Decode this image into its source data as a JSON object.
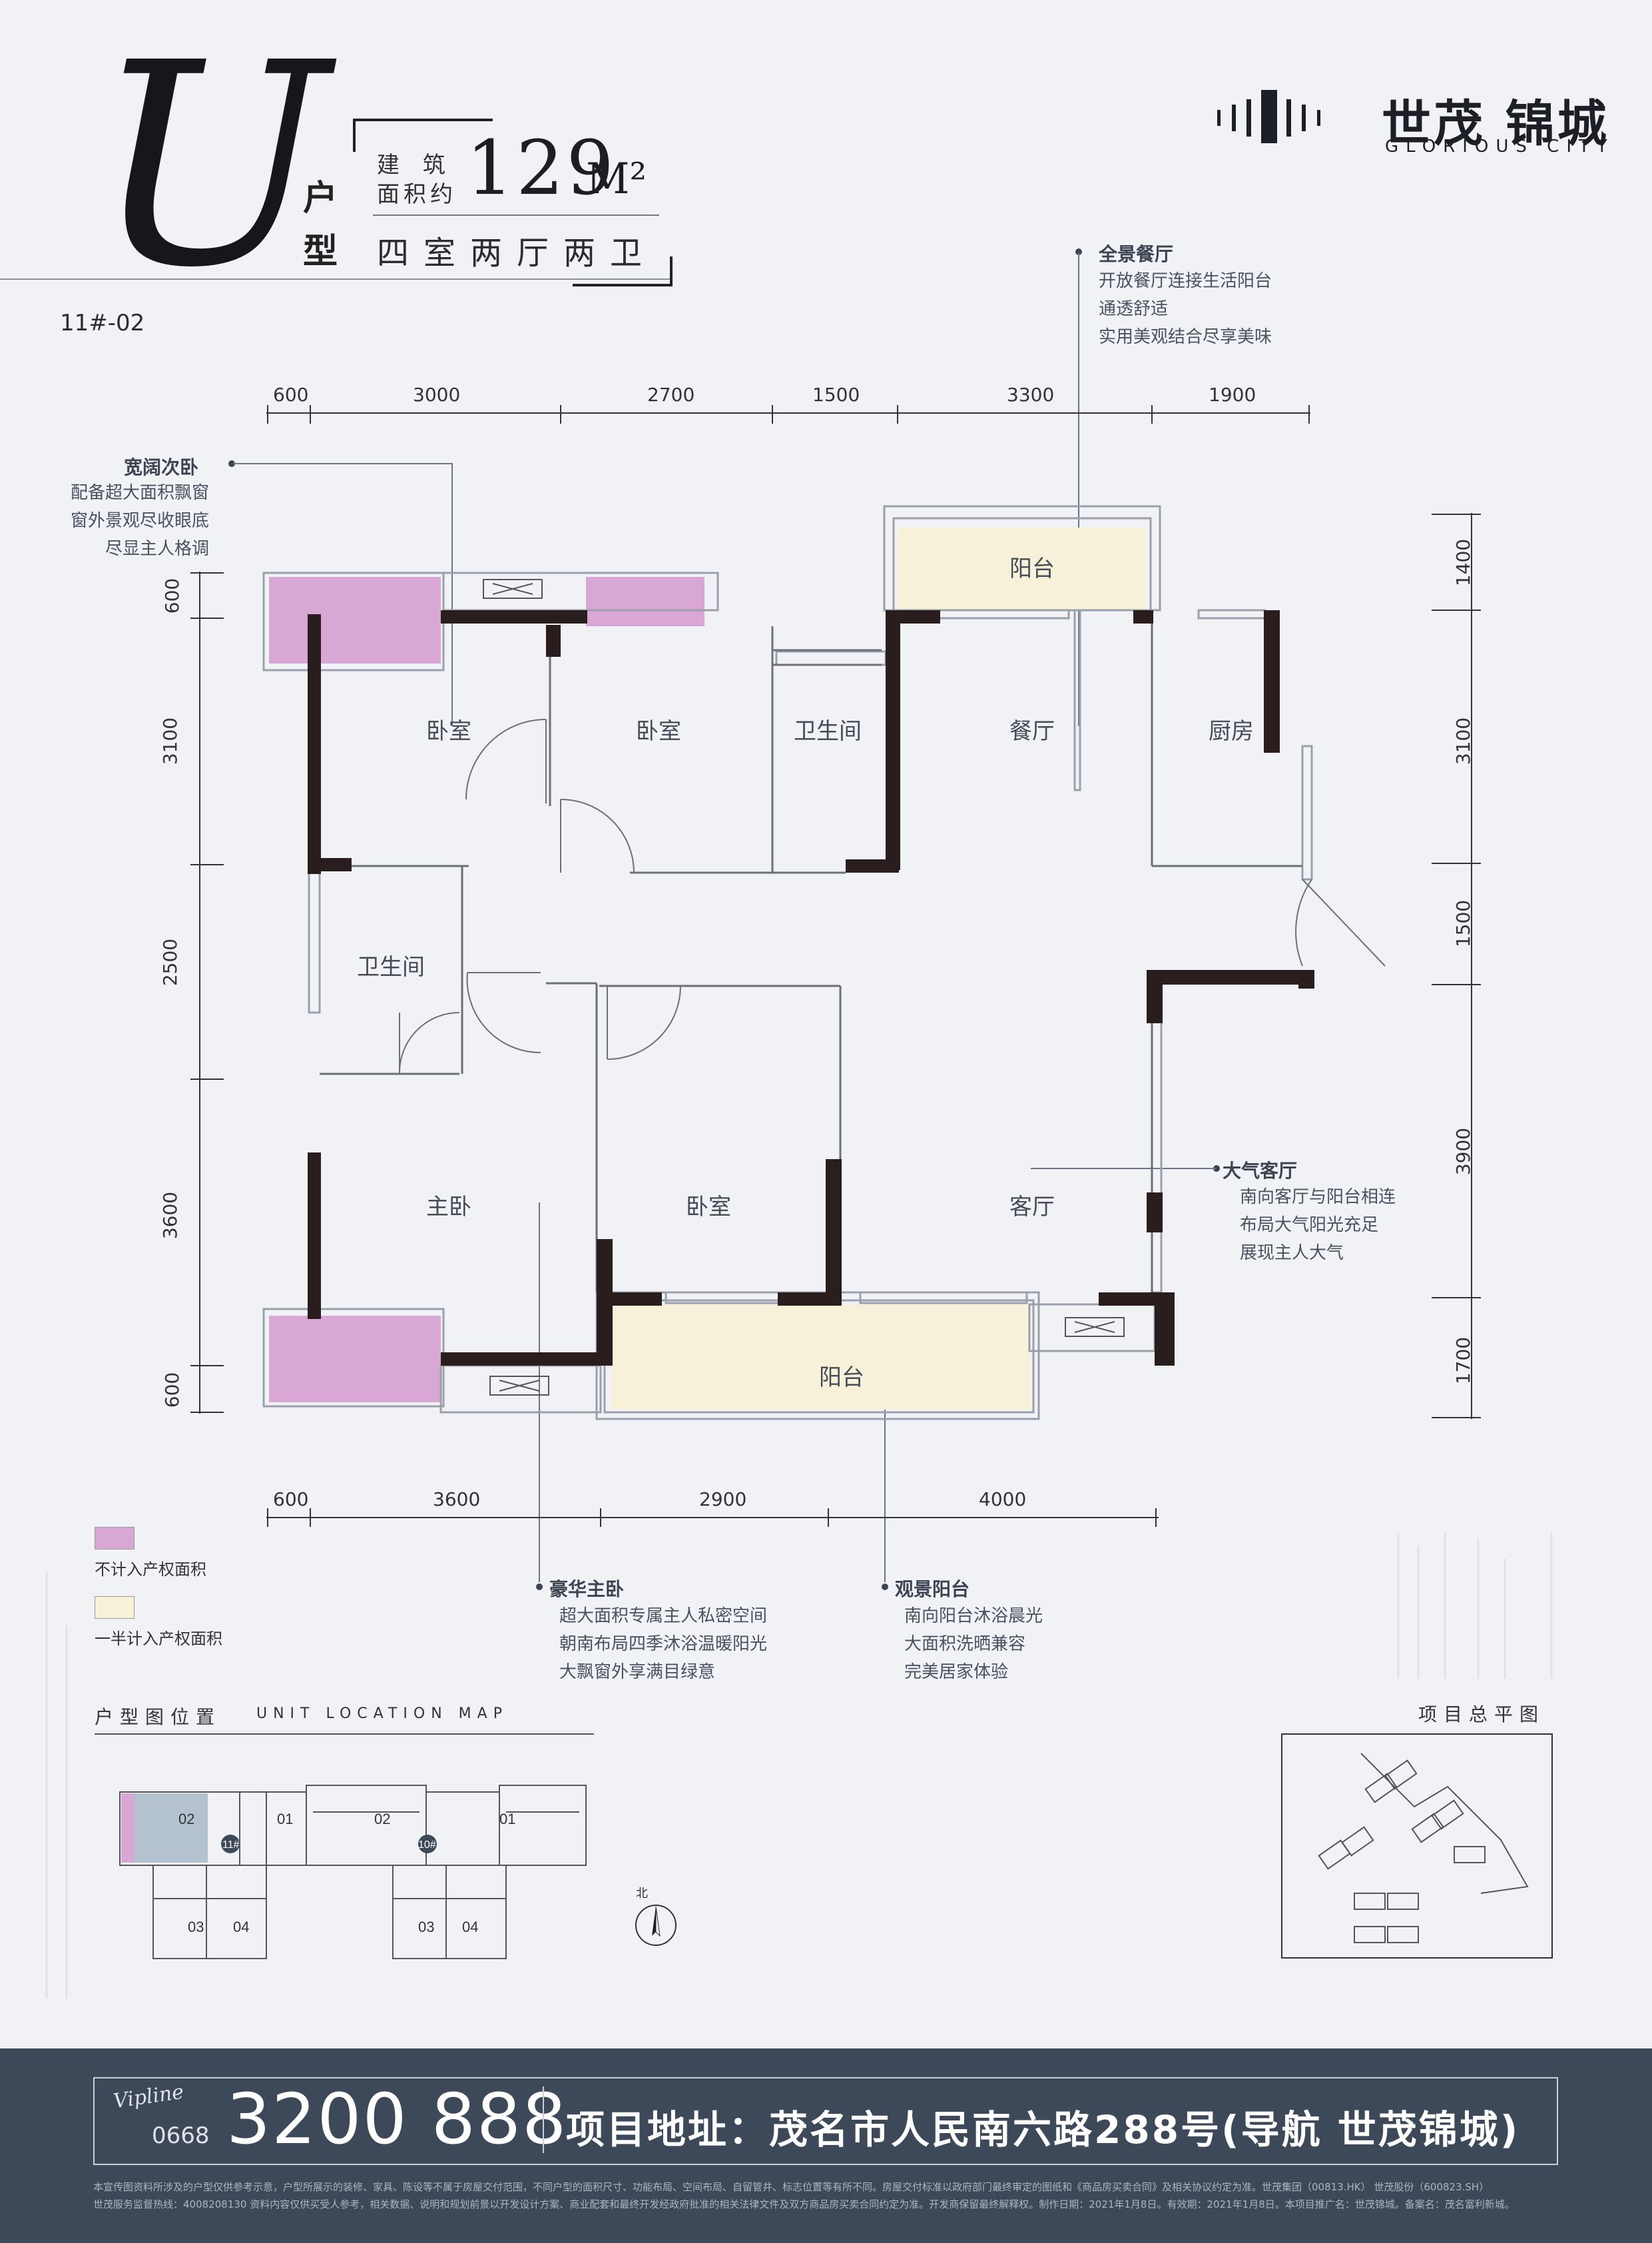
{
  "header": {
    "unit_letter": "U",
    "unit_suffix_1": "户",
    "unit_suffix_2": "型",
    "area_label_1": "建 筑",
    "area_label_2": "面积约",
    "area_value": "129",
    "area_unit": "M²",
    "rooms": "四室两厅两卫",
    "unit_code": "11#-02"
  },
  "brand": {
    "name_cn": "世茂 锦城",
    "name_en": "GLORIOUS CITY"
  },
  "callouts": {
    "dining": {
      "title": "全景餐厅",
      "lines": [
        "开放餐厅连接生活阳台",
        "通透舒适",
        "实用美观结合尽享美味"
      ]
    },
    "bedroom2": {
      "title": "宽阔次卧",
      "lines": [
        "配备超大面积飘窗",
        "窗外景观尽收眼底",
        "尽显主人格调"
      ]
    },
    "living": {
      "title": "大气客厅",
      "lines": [
        "南向客厅与阳台相连",
        "布局大气阳光充足",
        "展现主人大气"
      ]
    },
    "master": {
      "title": "豪华主卧",
      "lines": [
        "超大面积专属主人私密空间",
        "朝南布局四季沐浴温暖阳光",
        "大飘窗外享满目绿意"
      ]
    },
    "balcony": {
      "title": "观景阳台",
      "lines": [
        "南向阳台沐浴晨光",
        "大面积洗晒兼容",
        "完美居家体验"
      ]
    }
  },
  "dimensions": {
    "top": [
      "600",
      "3000",
      "2700",
      "1500",
      "3300",
      "1900"
    ],
    "bottom": [
      "600",
      "3600",
      "2900",
      "4000"
    ],
    "left": [
      "600",
      "3100",
      "2500",
      "3600",
      "600"
    ],
    "right": [
      "1400",
      "3100",
      "1500",
      "3900",
      "1700"
    ]
  },
  "rooms": {
    "bedroom_a": "卧室",
    "bedroom_b": "卧室",
    "bath_1": "卫生间",
    "dining": "餐厅",
    "kitchen": "厨房",
    "balcony_top": "阳台",
    "bath_2": "卫生间",
    "master": "主卧",
    "bedroom_c": "卧室",
    "living": "客厅",
    "balcony_bottom": "阳台"
  },
  "legend": {
    "excluded": "不计入产权面积",
    "half": "一半计入产权面积",
    "excluded_color": "#d9a7d4",
    "half_color": "#f6f1d8"
  },
  "location_map": {
    "title_cn": "户型图位置",
    "title_en": "UNIT LOCATION MAP",
    "labels": [
      "02",
      "01",
      "02",
      "01",
      "03",
      "04",
      "03",
      "04",
      "11#",
      "10#"
    ],
    "north": "北"
  },
  "site_plan": {
    "title": "项目总平图"
  },
  "footer": {
    "vip": "Vipline",
    "area_code": "0668",
    "phone": "3200 888",
    "address": "项目地址：茂名市人民南六路288号(导航 世茂锦城)",
    "disclaimer_1": "本宣传图资料所涉及的户型仅供参考示意，户型所展示的装修、家具、陈设等不属于房屋交付范围，不同户型的面积尺寸、功能布局、空间布局、自留管井、标志位置等有所不同。房屋交付标准以政府部门最终审定的图纸和《商品房买卖合同》及相关协议约定为准。世茂集团（00813.HK） 世茂股份（600823.SH）",
    "disclaimer_2": "世茂服务监督热线：4008208130 资料内容仅供买受人参考，相关数据、说明和规划前景以开发设计方案、商业配套和最终开发经政府批准的相关法律文件及双方商品房买卖合同约定为准。开发商保留最终解释权。制作日期：2021年1月8日。有效期：2021年1月8日。本项目推广名：世茂锦城。备案名：茂名富利新城。"
  }
}
